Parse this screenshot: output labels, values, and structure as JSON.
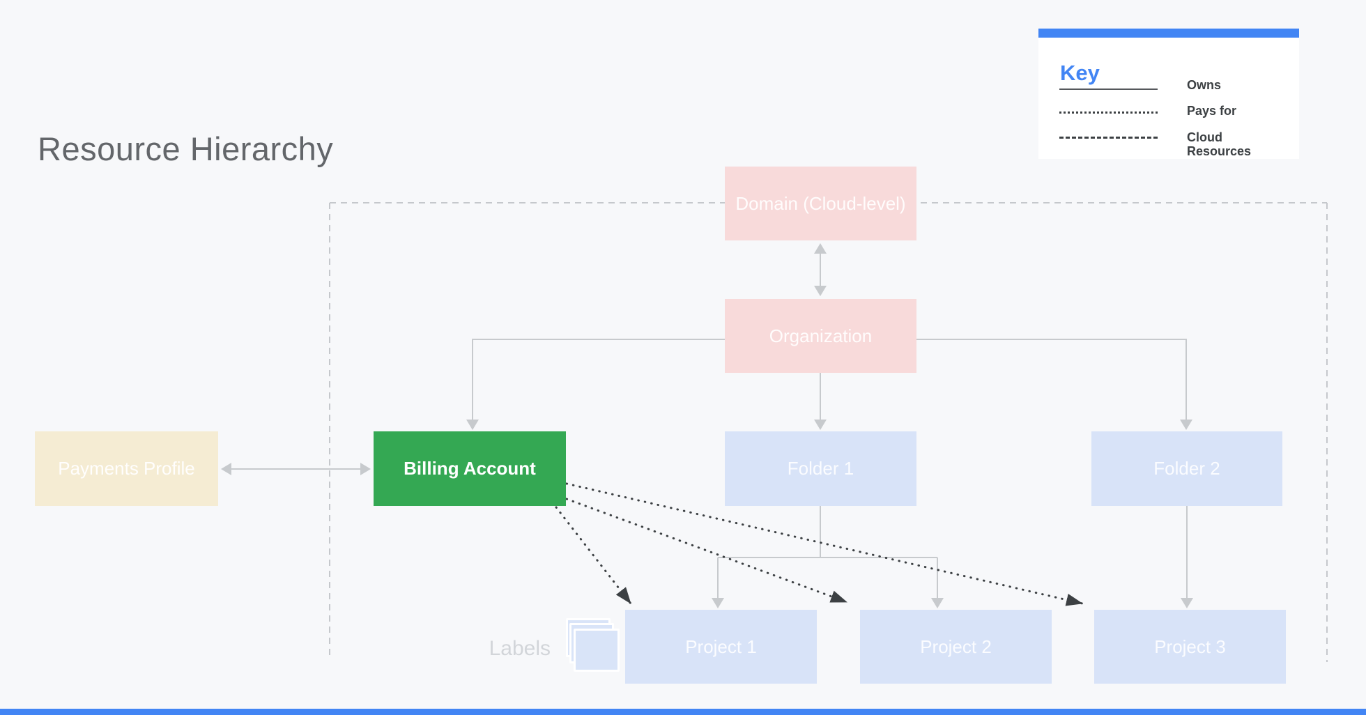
{
  "page": {
    "title": "Resource Hierarchy"
  },
  "legend": {
    "title": "Key",
    "items": [
      {
        "style": "solid",
        "label": "Owns"
      },
      {
        "style": "dotted",
        "label": "Pays for"
      },
      {
        "style": "dashed",
        "label": "Cloud Resources"
      }
    ]
  },
  "nodes": {
    "domain": "Domain (Cloud-level)",
    "organization": "Organization",
    "payments_profile": "Payments Profile",
    "billing_account": "Billing Account",
    "folder1": "Folder 1",
    "folder2": "Folder 2",
    "project1": "Project 1",
    "project2": "Project 2",
    "project3": "Project 3"
  },
  "annotations": {
    "labels_caption": "Labels"
  },
  "icons": {
    "stacked_labels_icon": "stacked-labels-icon"
  },
  "colors": {
    "background": "#f7f8fa",
    "accent_blue": "#4285f4",
    "node_pink": "#f8dada",
    "node_green": "#34a853",
    "node_cream": "#f5ecd3",
    "node_light_blue": "#d8e3f8",
    "owns_line_gray": "#c7cacd",
    "pays_for_dark": "#3c4043",
    "boundary_dash_gray": "#c5c8cc",
    "title_gray": "#63666a"
  }
}
